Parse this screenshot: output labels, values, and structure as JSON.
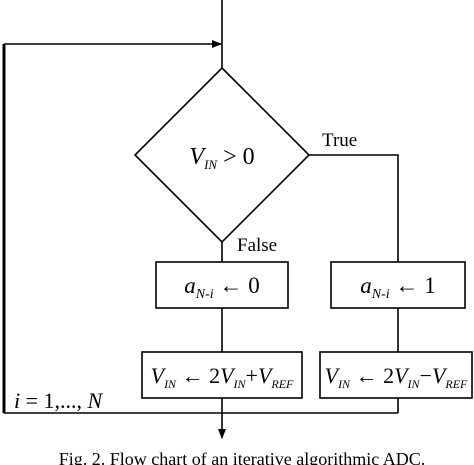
{
  "diagram": {
    "decision": {
      "var": "V",
      "var_sub": "IN",
      "op": " > 0"
    },
    "branch_true": "True",
    "branch_false": "False",
    "box_left_top": {
      "var": "a",
      "sub": "N-i",
      "rest": " ← 0"
    },
    "box_right_top": {
      "var": "a",
      "sub": "N-i",
      "rest": " ← 1"
    },
    "box_left_bottom": {
      "v1": "V",
      "v1_sub": "IN",
      "arrow": " ← 2",
      "v2": "V",
      "v2_sub": "IN",
      "op": "+",
      "v3": "V",
      "v3_sub": "REF"
    },
    "box_right_bottom": {
      "v1": "V",
      "v1_sub": "IN",
      "arrow": " ← 2",
      "v2": "V",
      "v2_sub": "IN",
      "op": "−",
      "v3": "V",
      "v3_sub": "REF"
    },
    "loop_label": {
      "var": "i",
      "mid": " = 1,..., ",
      "end": "N"
    },
    "caption": "Fig. 2. Flow chart of an iterative algorithmic ADC."
  }
}
